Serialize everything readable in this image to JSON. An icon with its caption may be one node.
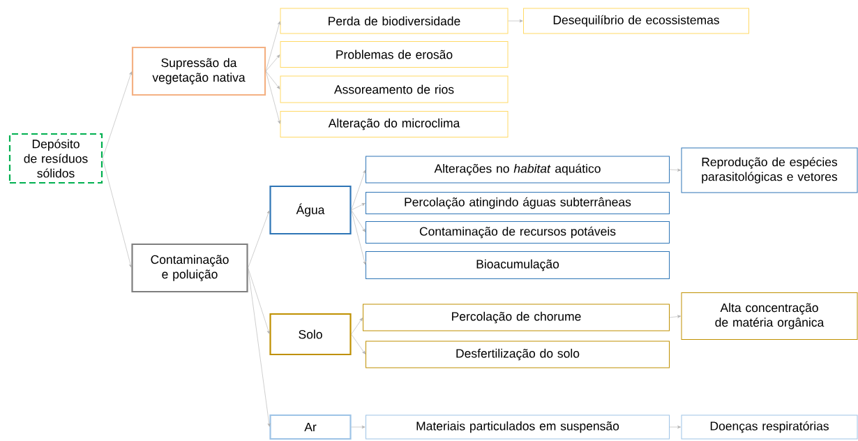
{
  "diagram": {
    "nodes": [
      {
        "text": [
          "Depósito de resíduos sólidos"
        ]
      },
      {
        "text": [
          "Supressão da vegetação nativa"
        ]
      },
      {
        "text": [
          "Contaminação e poluição"
        ]
      },
      {
        "text": [
          "Perda de biodiversidade"
        ]
      },
      {
        "text": [
          "Desequilíbrio de ecossistemas"
        ]
      },
      {
        "text": [
          "Problemas de erosão"
        ]
      },
      {
        "text": [
          "Assoreamento de rios"
        ]
      },
      {
        "text": [
          "Alteração do microclima"
        ]
      },
      {
        "text": [
          "Água"
        ]
      },
      {
        "text": [
          "Alterações no *habitat* aquático"
        ]
      },
      {
        "text": [
          "Reprodução de espécies parasitológicas e vetores"
        ]
      },
      {
        "text": [
          "Percolação atingindo águas subterrâneas"
        ]
      },
      {
        "text": [
          "Contaminação de recursos potáveis"
        ]
      },
      {
        "text": [
          "Bioacumulação"
        ]
      },
      {
        "text": [
          "Solo"
        ]
      },
      {
        "text": [
          "Percolação de chorume"
        ]
      },
      {
        "text": [
          "Alta concentração de matéria orgânica"
        ]
      },
      {
        "text": [
          "Desfertilização do solo"
        ]
      },
      {
        "text": [
          "Ar"
        ]
      },
      {
        "text": [
          "Materiais particulados em suspensão"
        ]
      },
      {
        "text": [
          "Doenças respiratórias"
        ]
      }
    ],
    "edges": [
      {
        "from": 0,
        "to": 1,
        "arrow": "to"
      },
      {
        "from": 0,
        "to": 2,
        "arrow": "to"
      },
      {
        "from": 1,
        "to": 3,
        "arrow": "to"
      },
      {
        "from": 1,
        "to": 5,
        "arrow": "to"
      },
      {
        "from": 1,
        "to": 6,
        "arrow": "to"
      },
      {
        "from": 1,
        "to": 7,
        "arrow": "to"
      },
      {
        "from": 3,
        "to": 4,
        "arrow": "to"
      },
      {
        "from": 2,
        "to": 8,
        "arrow": "to"
      },
      {
        "from": 2,
        "to": 14,
        "arrow": "to"
      },
      {
        "from": 2,
        "to": 18,
        "arrow": "to"
      },
      {
        "from": 8,
        "to": 9,
        "arrow": "to"
      },
      {
        "from": 8,
        "to": 11,
        "arrow": "to"
      },
      {
        "from": 8,
        "to": 12,
        "arrow": "to"
      },
      {
        "from": 8,
        "to": 13,
        "arrow": "to"
      },
      {
        "from": 9,
        "to": 10,
        "arrow": "to"
      },
      {
        "from": 14,
        "to": 15,
        "arrow": "to"
      },
      {
        "from": 14,
        "to": 17,
        "arrow": "to"
      },
      {
        "from": 15,
        "to": 16,
        "arrow": "to"
      },
      {
        "from": 18,
        "to": 19,
        "arrow": "to"
      },
      {
        "from": 19,
        "to": 20,
        "arrow": "to"
      }
    ]
  }
}
